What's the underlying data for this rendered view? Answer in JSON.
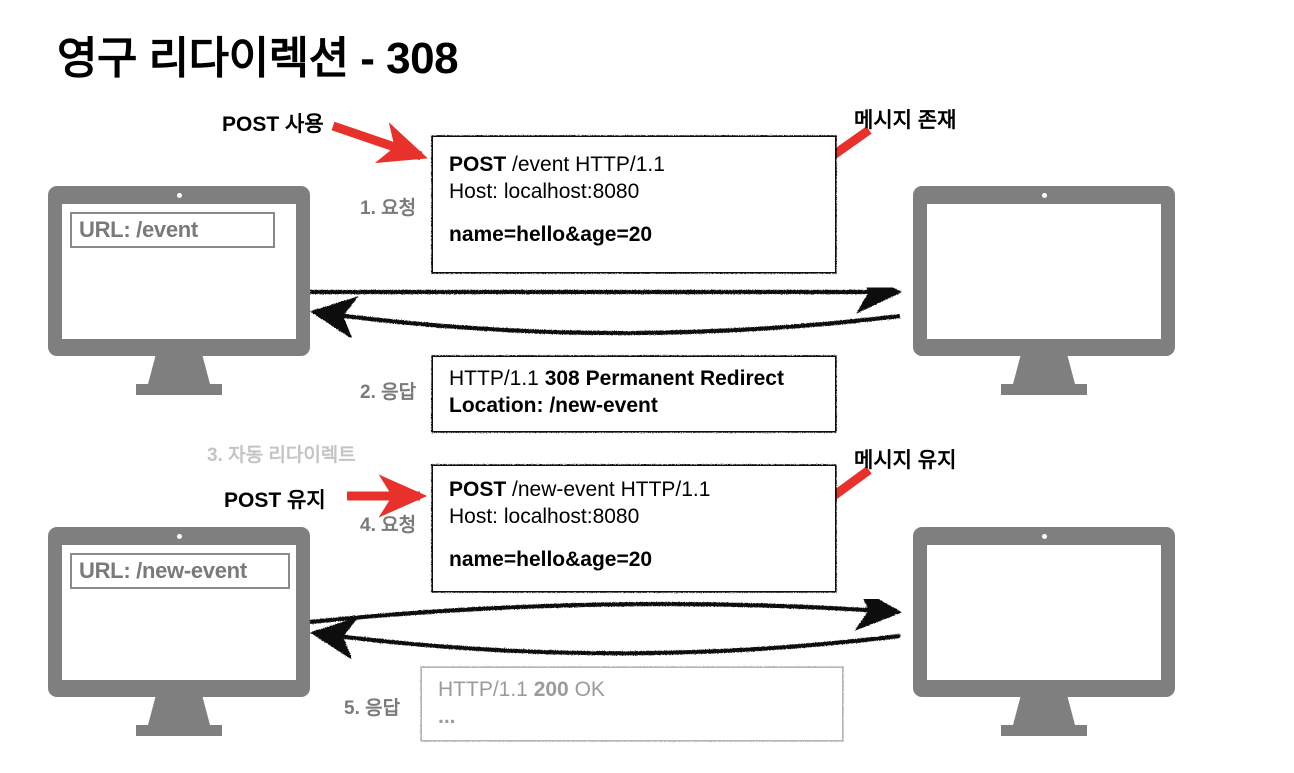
{
  "title": "영구 리다이렉션 - 308",
  "colors": {
    "device_gray": "#7f7f7f",
    "arrow_red": "#e8312a",
    "arrow_black": "#111111",
    "label_gray": "#7a7a7a",
    "dim_gray": "#9b9b9b",
    "light_gray": "#c4c4c4"
  },
  "clients": [
    {
      "name": "client-top",
      "url_label": "URL: /event"
    },
    {
      "name": "client-bottom",
      "url_label": "URL: /new-event"
    }
  ],
  "servers": [
    {
      "name": "server-top"
    },
    {
      "name": "server-bottom"
    }
  ],
  "steps": [
    {
      "id": "step-1",
      "label": "1. 요청"
    },
    {
      "id": "step-2",
      "label": "2. 응답"
    },
    {
      "id": "step-3",
      "label": "3. 자동 리다이렉트"
    },
    {
      "id": "step-4",
      "label": "4. 요청"
    },
    {
      "id": "step-5",
      "label": "5. 응답"
    }
  ],
  "messages": {
    "request_1": {
      "line1_method": "POST",
      "line1_rest": " /event HTTP/1.1",
      "line2": "Host: localhost:8080",
      "body": "name=hello&age=20"
    },
    "response_1": {
      "line1_version": "HTTP/1.1 ",
      "line1_status": "308 Permanent Redirect",
      "line2": "Location: /new-event"
    },
    "request_2": {
      "line1_method": "POST",
      "line1_rest": " /new-event HTTP/1.1",
      "line2": "Host: localhost:8080",
      "body": "name=hello&age=20"
    },
    "response_2": {
      "line1_version": "HTTP/1.1 ",
      "line1_status": "200",
      "line1_tail": " OK",
      "line2": "..."
    }
  },
  "annotations": [
    {
      "id": "annot-post-use",
      "label": "POST 사용"
    },
    {
      "id": "annot-message-exists",
      "label": "메시지 존재"
    },
    {
      "id": "annot-post-keep",
      "label": "POST 유지"
    },
    {
      "id": "annot-message-kept",
      "label": "메시지 유지"
    }
  ]
}
